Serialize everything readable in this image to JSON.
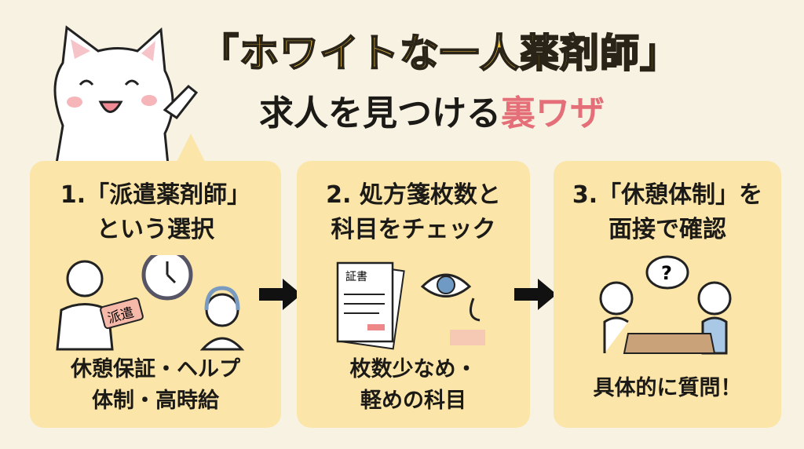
{
  "title": {
    "line1": "「ホワイトな一人薬剤師」",
    "line2_main": "求人を見つける",
    "line2_accent": "裏ワザ"
  },
  "steps": [
    {
      "heading_1": "1.「派遣薬剤師」",
      "heading_2": "という選択",
      "tag": "派遣",
      "footer_1": "休憩保証・ヘルプ",
      "footer_2": "体制・高時給"
    },
    {
      "heading_1": "2. 処方箋枚数と",
      "heading_2": "科目をチェック",
      "doc_label": "証書",
      "footer_1": "枚数少なめ・",
      "footer_2": "軽めの科目"
    },
    {
      "heading_1": "3.「休憩体制」を",
      "heading_2": "面接で確認",
      "bubble": "?",
      "footer_1": "具体的に質問！"
    }
  ],
  "colors": {
    "title_yellow": "#f6c944",
    "accent_pink": "#e46f78",
    "card": "#fbe5a8",
    "background": "#f8f2e2"
  }
}
